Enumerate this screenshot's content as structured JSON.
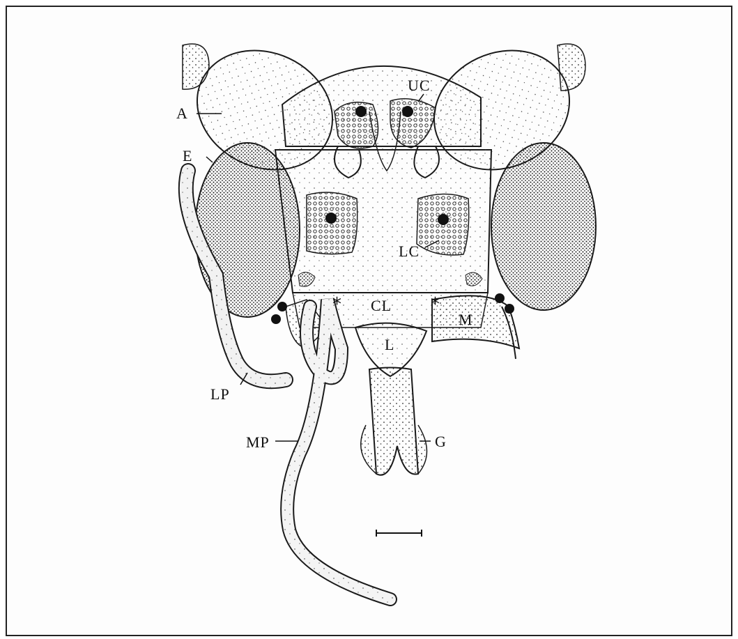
{
  "figure": {
    "labels": {
      "A": "A",
      "UC": "UC",
      "E": "E",
      "LC": "LC",
      "CL": "CL",
      "M": "M",
      "L": "L",
      "LP": "LP",
      "MP": "MP",
      "G": "G"
    },
    "asterisk": "*",
    "colors": {
      "ink": "#1a1a1a",
      "paper": "#fdfdfd",
      "dots": "#2a2a2a"
    }
  }
}
